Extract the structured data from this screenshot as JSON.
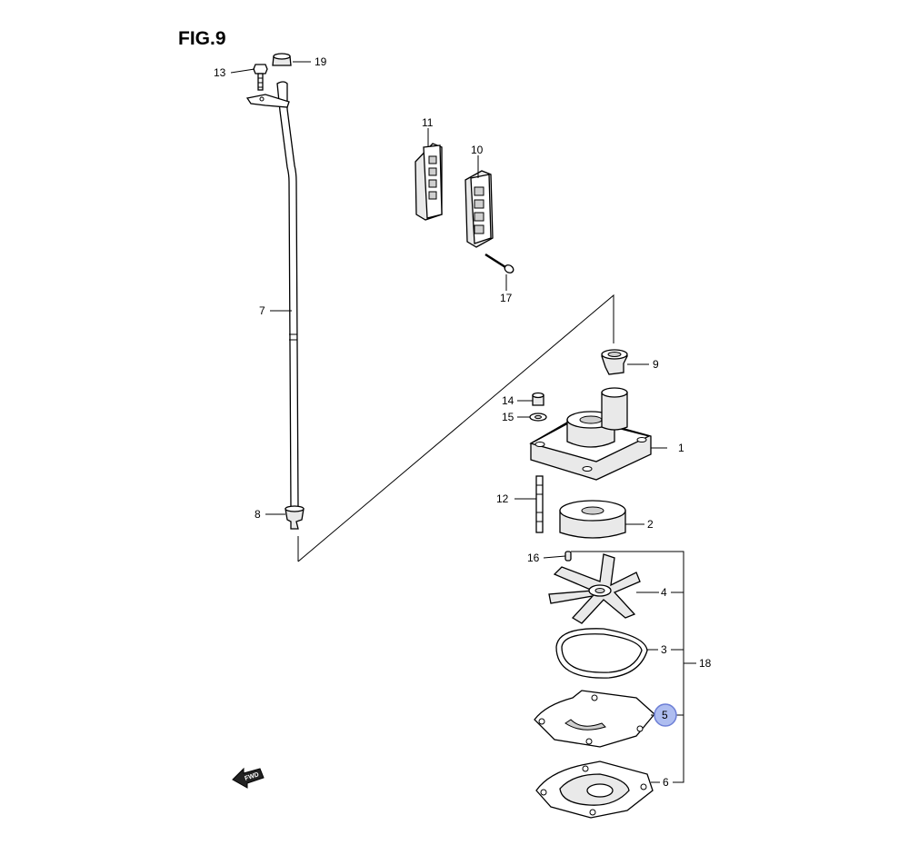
{
  "figure": {
    "title": "FIG.9",
    "fwd_label": "FWD"
  },
  "callouts": {
    "c1": "1",
    "c2": "2",
    "c3": "3",
    "c4": "4",
    "c5": "5",
    "c6": "6",
    "c7": "7",
    "c8": "8",
    "c9": "9",
    "c10": "10",
    "c11": "11",
    "c12": "12",
    "c13": "13",
    "c14": "14",
    "c15": "15",
    "c16": "16",
    "c17": "17",
    "c18": "18",
    "c19": "19"
  },
  "selected_callout": "5",
  "colors": {
    "highlight_fill": "#aebdf0",
    "highlight_stroke": "#6d7fd6",
    "line": "#000000"
  }
}
